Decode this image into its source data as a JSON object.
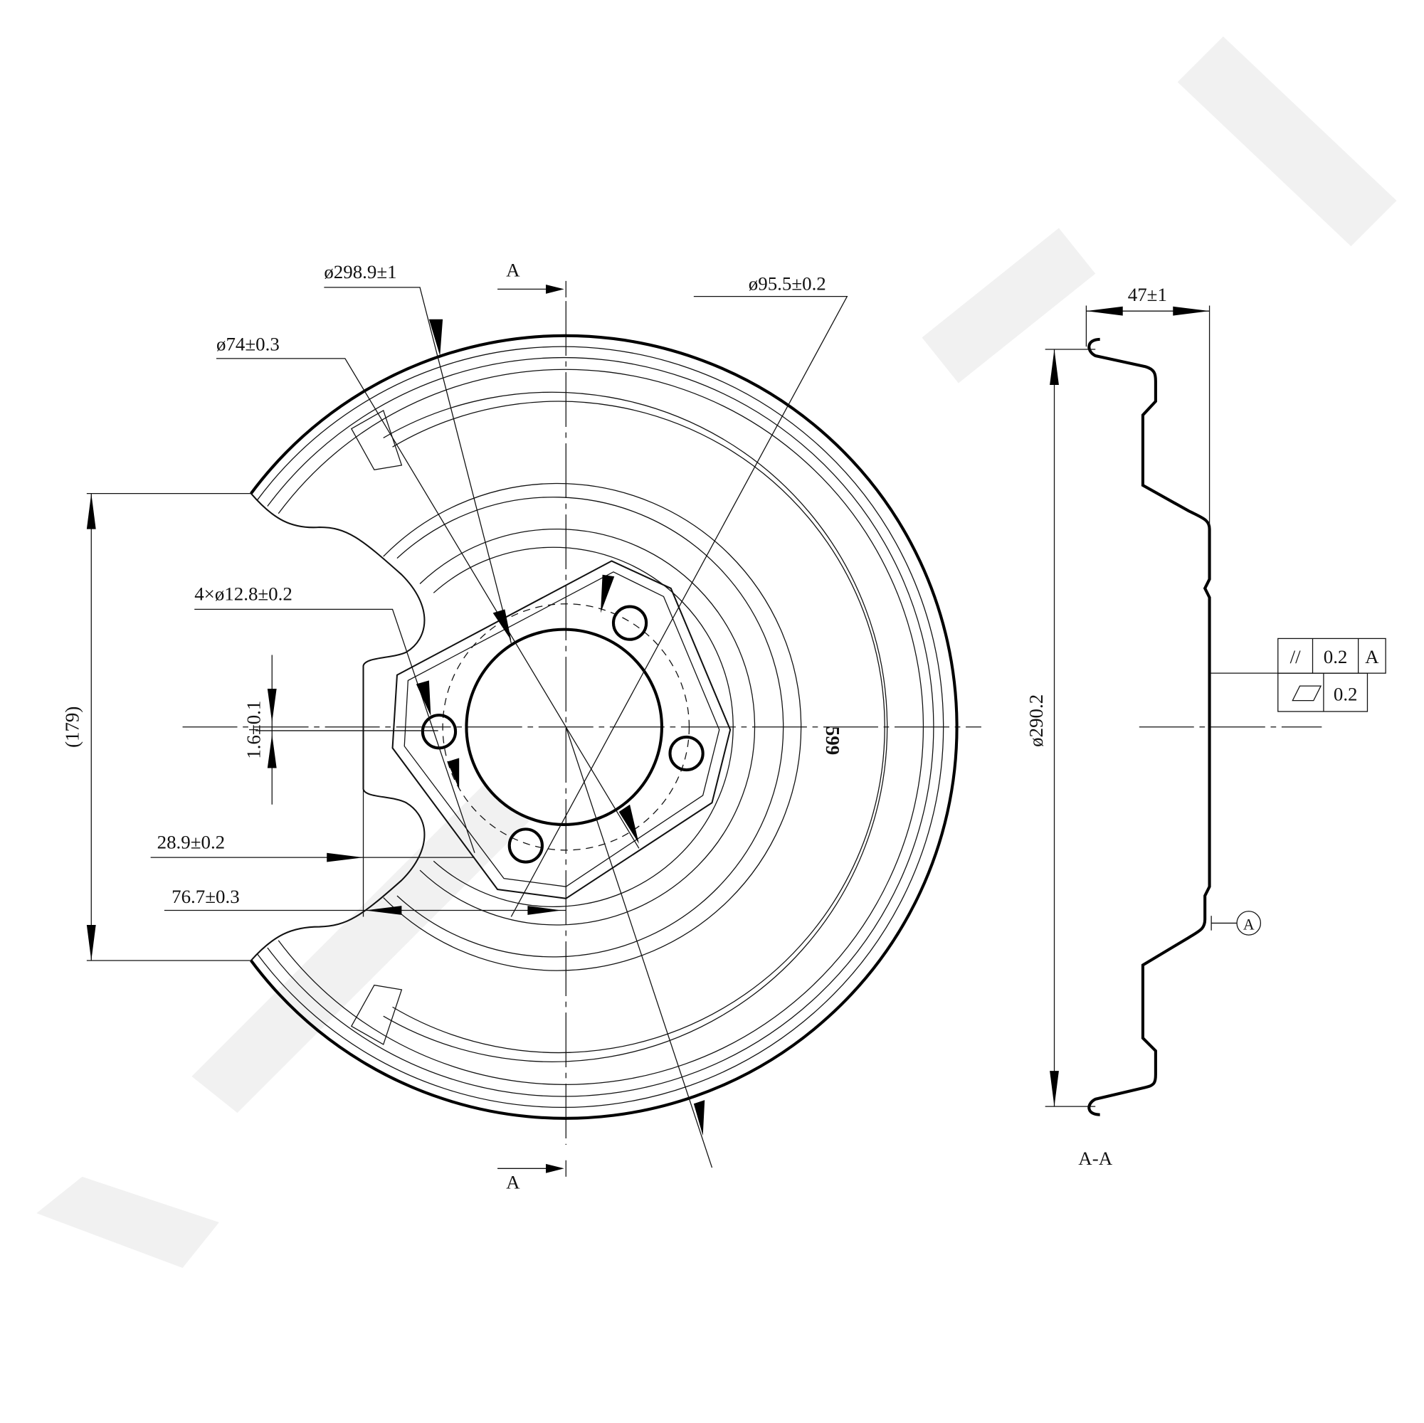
{
  "drawing": {
    "dimensions": {
      "outer_diameter": "ø298.9±1",
      "pcd_diameter": "ø95.5±0.2",
      "hub_diameter": "ø74±0.3",
      "bolt_holes": "4×ø12.8±0.2",
      "offset_small": "1.6±0.1",
      "overall_height": "(179)",
      "dist_28": "28.9±0.2",
      "dist_76": "76.7±0.3",
      "section_diameter": "ø290.2",
      "depth": "47±1"
    },
    "section_marker": "A",
    "section_view_label": "A-A",
    "part_mark": "599",
    "tolerance_frame": {
      "parallelism_symbol": "//",
      "parallelism_value": "0.2",
      "parallelism_datum": "A",
      "flatness_value": "0.2"
    },
    "datum_label": "A",
    "colors": {
      "line": "#000000",
      "watermark": "#f1f1f1"
    }
  }
}
